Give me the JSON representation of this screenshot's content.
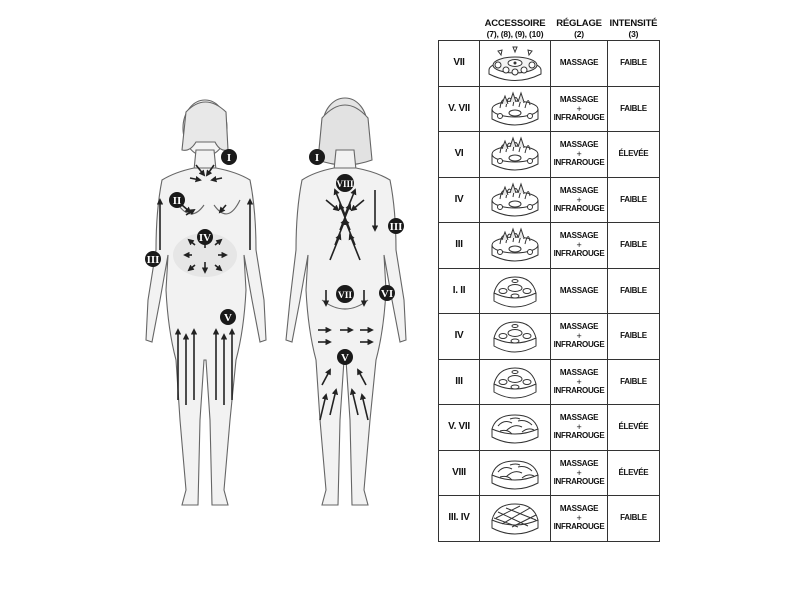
{
  "table": {
    "headers": {
      "accessory": "ACCESSOIRE",
      "accessory_refs": "(7), (8), (9), (10)",
      "setting": "RÉGLAGE",
      "setting_ref": "(2)",
      "intensity": "INTENSITÉ",
      "intensity_ref": "(3)"
    },
    "rows": [
      {
        "zone": "VII",
        "accessory_icon": "nub-massage-head-icon",
        "setting": "MASSAGE",
        "setting_extra": "",
        "intensity": "FAIBLE"
      },
      {
        "zone": "V. VII",
        "accessory_icon": "ridged-infrared-head-icon",
        "setting": "MASSAGE",
        "setting_extra": "INFRAROUGE",
        "intensity": "FAIBLE"
      },
      {
        "zone": "VI",
        "accessory_icon": "ridged-infrared-head-icon",
        "setting": "MASSAGE",
        "setting_extra": "INFRAROUGE",
        "intensity": "ÉLEVÉE"
      },
      {
        "zone": "IV",
        "accessory_icon": "ridged-infrared-head-icon",
        "setting": "MASSAGE",
        "setting_extra": "INFRAROUGE",
        "intensity": "FAIBLE"
      },
      {
        "zone": "III",
        "accessory_icon": "ridged-infrared-head-icon",
        "setting": "MASSAGE",
        "setting_extra": "INFRAROUGE",
        "intensity": "FAIBLE"
      },
      {
        "zone": "I. II",
        "accessory_icon": "dome-massage-head-icon",
        "setting": "MASSAGE",
        "setting_extra": "",
        "intensity": "FAIBLE"
      },
      {
        "zone": "IV",
        "accessory_icon": "dome-massage-head-icon",
        "setting": "MASSAGE",
        "setting_extra": "INFRAROUGE",
        "intensity": "FAIBLE"
      },
      {
        "zone": "III",
        "accessory_icon": "dome-massage-head-icon",
        "setting": "MASSAGE",
        "setting_extra": "INFRAROUGE",
        "intensity": "FAIBLE"
      },
      {
        "zone": "V. VII",
        "accessory_icon": "textured-massage-head-icon",
        "setting": "MASSAGE",
        "setting_extra": "INFRAROUGE",
        "intensity": "ÉLEVÉE"
      },
      {
        "zone": "VIII",
        "accessory_icon": "textured-massage-head-icon",
        "setting": "MASSAGE",
        "setting_extra": "INFRAROUGE",
        "intensity": "ÉLEVÉE"
      },
      {
        "zone": "III. IV",
        "accessory_icon": "grid-massage-head-icon",
        "setting": "MASSAGE",
        "setting_extra": "INFRAROUGE",
        "intensity": "FAIBLE"
      }
    ],
    "plus_sign": "+"
  },
  "figure_markers": {
    "front": [
      "I",
      "II",
      "III",
      "IV",
      "V"
    ],
    "back": [
      "I",
      "VIII",
      "III",
      "VII",
      "VI",
      "V"
    ]
  }
}
